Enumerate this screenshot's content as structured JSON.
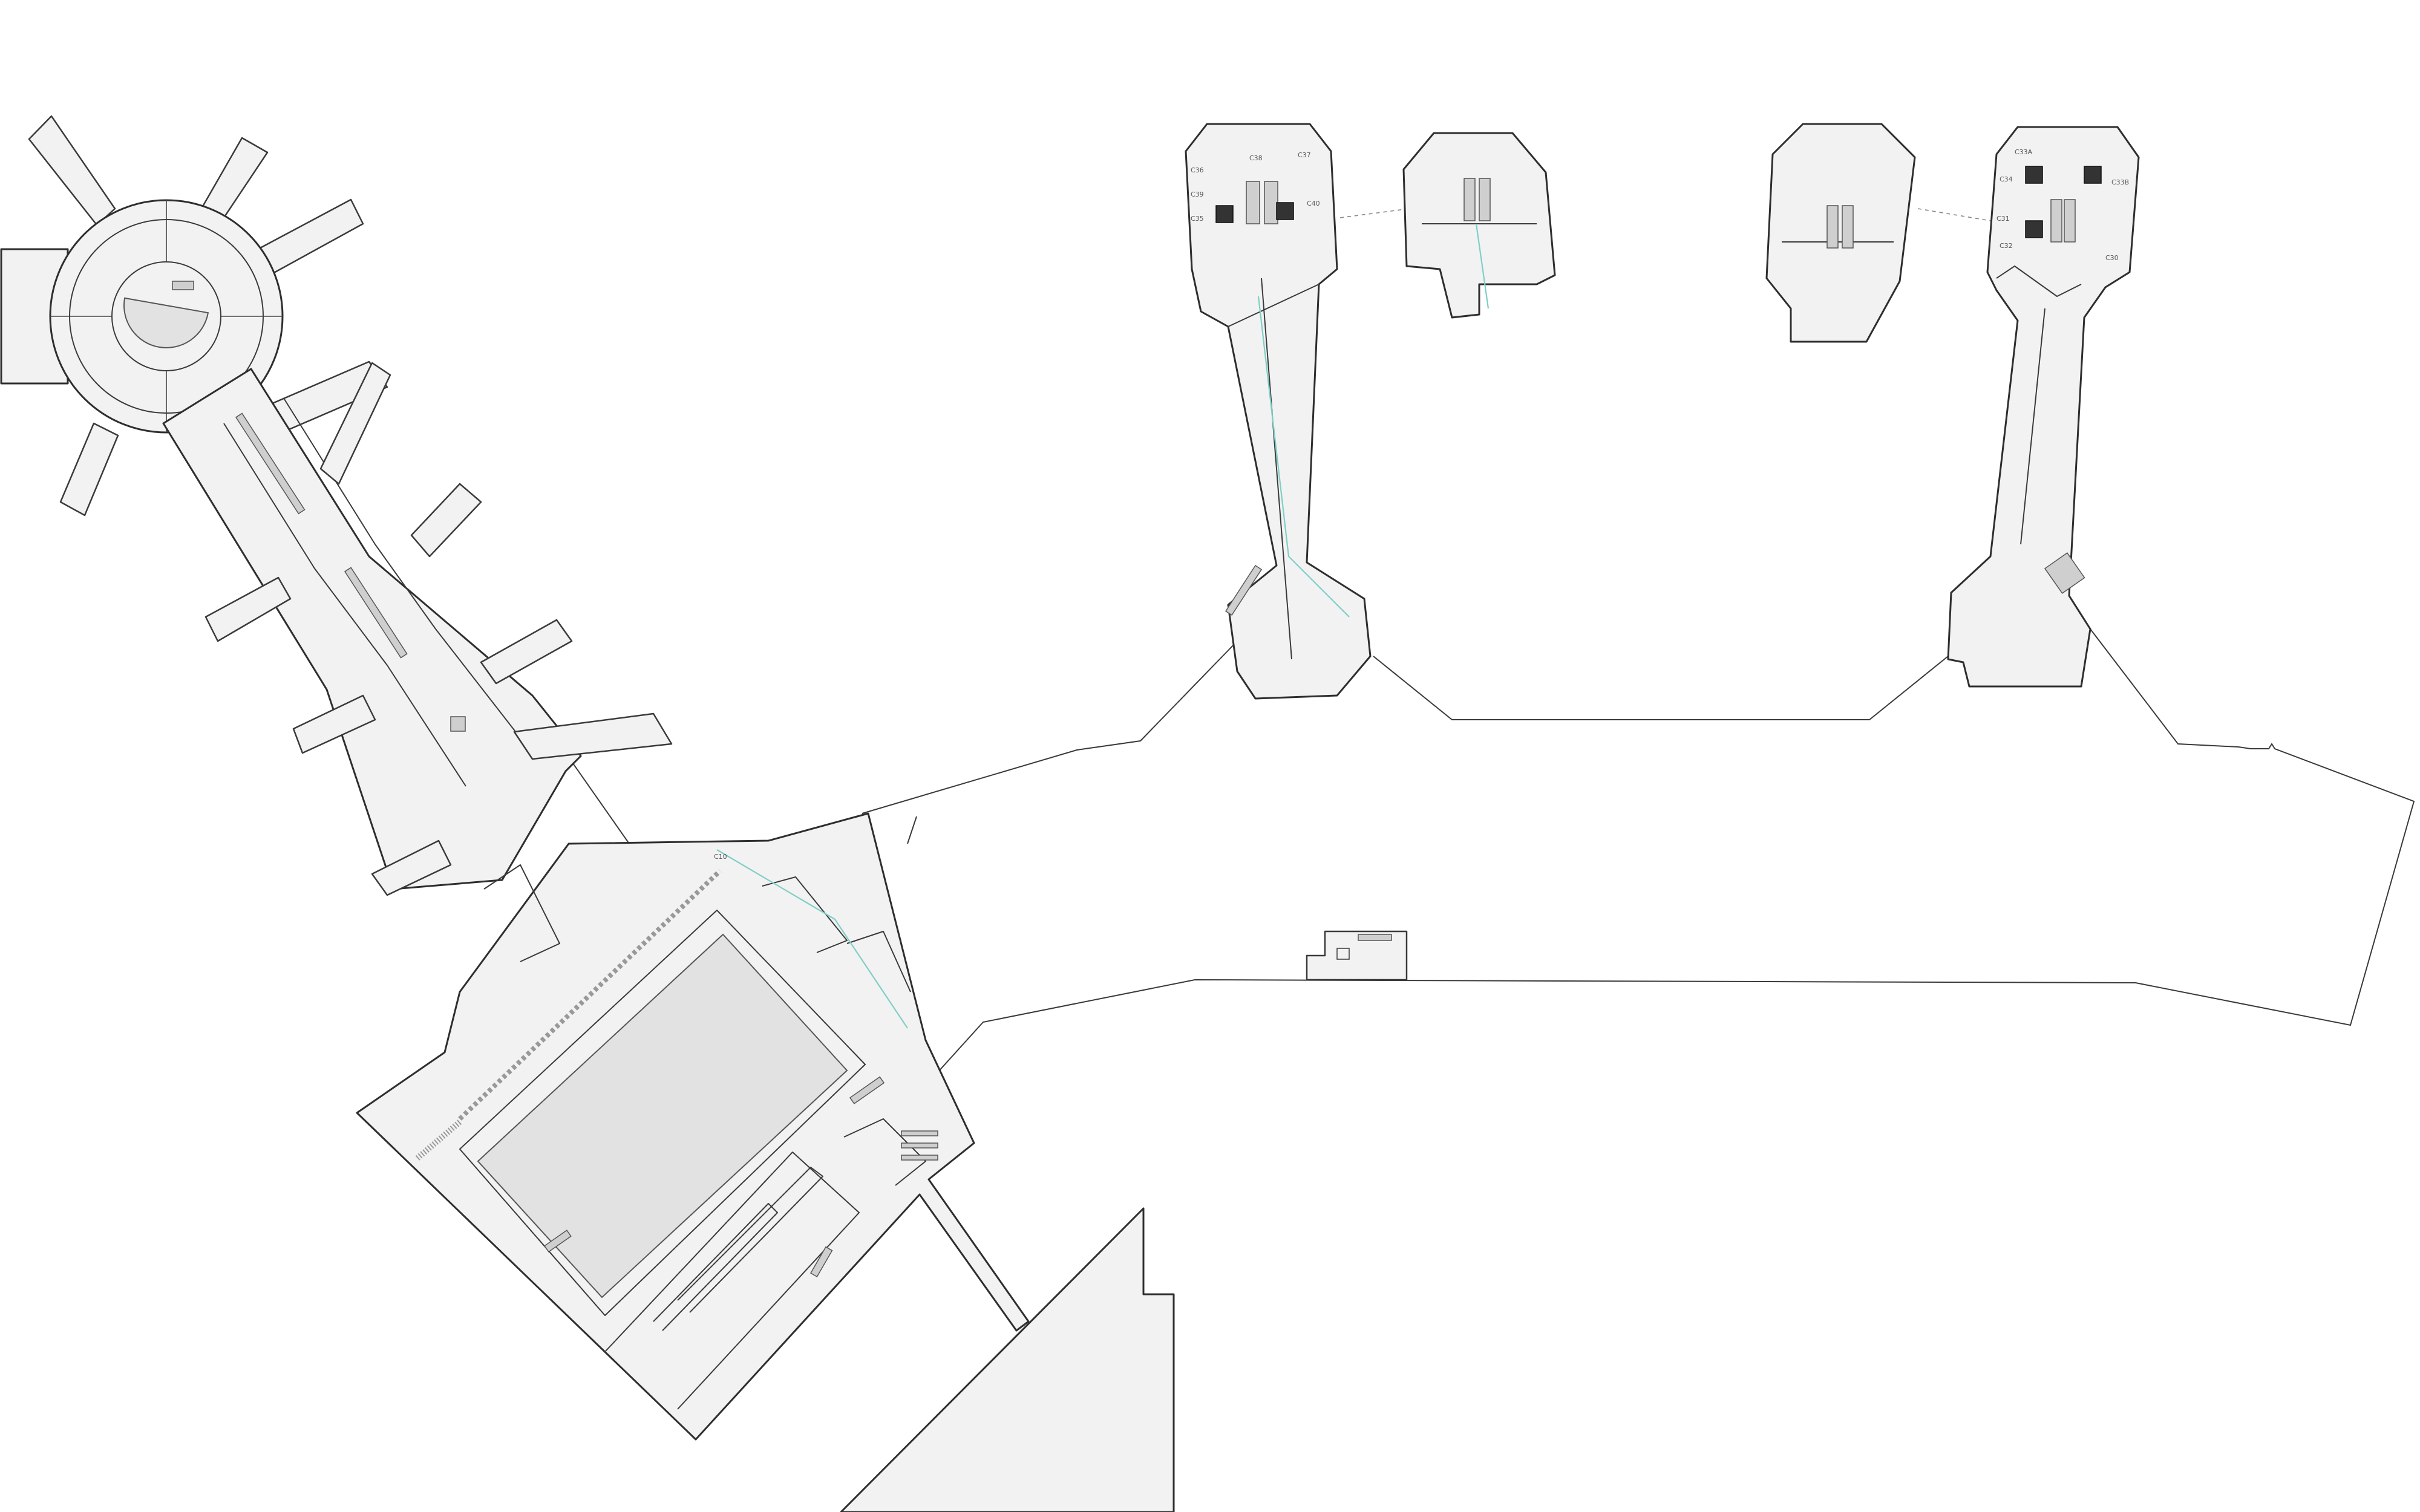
{
  "map": {
    "colors": {
      "background": "#ffffff",
      "building_fill": "#f2f2f2",
      "hall_fill": "#e2e2e2",
      "outline": "#2e2e2e",
      "walkway_line": "#7fcfc6",
      "escalator": "#cfcfcf",
      "elevator": "#333333"
    },
    "gate_labels": {
      "c_left": [
        "C36",
        "C38",
        "C37",
        "C39",
        "C35",
        "C40"
      ],
      "c_right": [
        "C33A",
        "C33B",
        "C34",
        "C31",
        "C32",
        "C30"
      ],
      "mid_strip": "C10"
    },
    "icons": [
      "escalator-icon",
      "elevator-icon",
      "walkway-icon"
    ]
  }
}
